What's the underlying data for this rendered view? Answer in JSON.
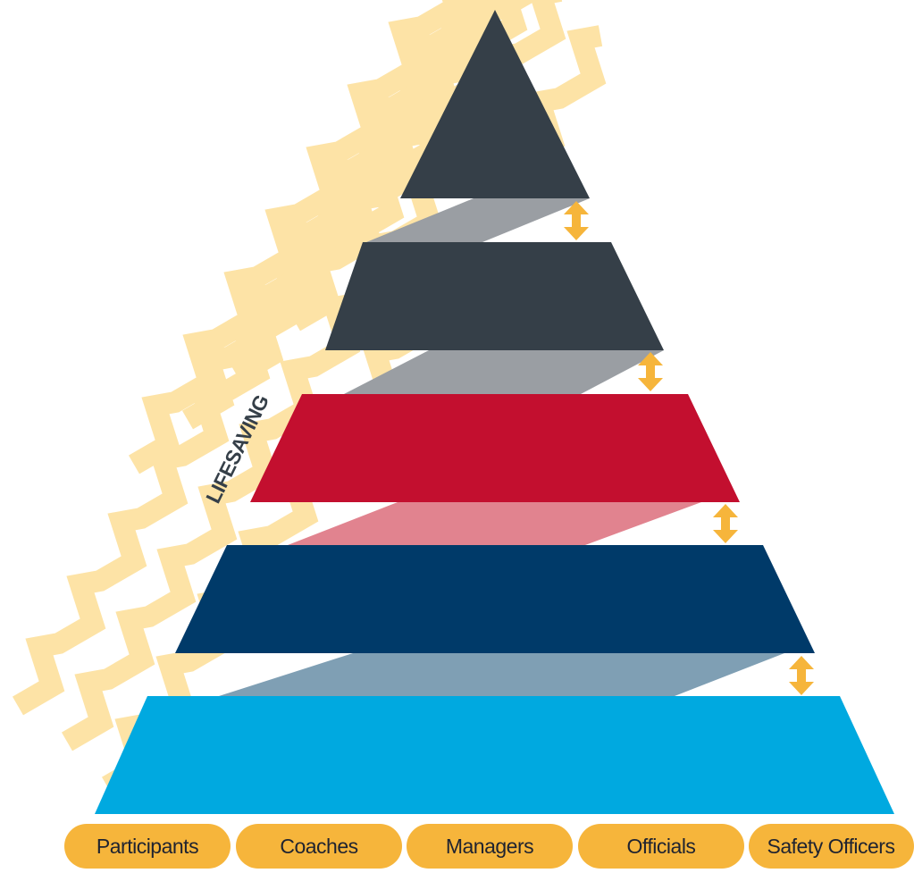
{
  "side_label": "LIFESAVING",
  "roles": [
    "Participants",
    "Coaches",
    "Managers",
    "Officials",
    "Safety Officers"
  ],
  "colors": {
    "tier_top": "#353f48",
    "tier_second": "#353f48",
    "tier_middle": "#c30f2f",
    "tier_fourth": "#003a69",
    "tier_base": "#00a9e0",
    "connector_dark": "#9a9ea3",
    "connector_red": "#e1838f",
    "connector_blue": "#7f9fb4",
    "arrow": "#f6b53b",
    "chevron": "#fde3a6",
    "tag_fill": "#f6b53b",
    "tag_text": "#1f2330",
    "side_label_text": "#353f48"
  },
  "icons": {
    "arrow": "double-headed-vertical-arrow",
    "background": "chevron-zigzag-pattern"
  }
}
